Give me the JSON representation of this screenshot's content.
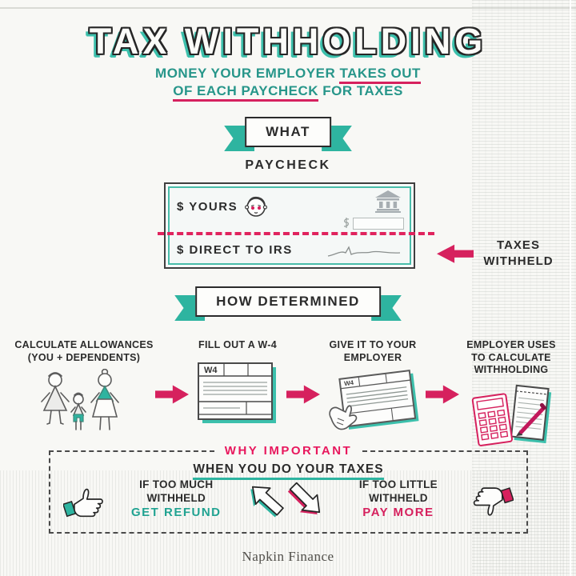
{
  "colors": {
    "teal": "#2eb4a0",
    "teal_dark": "#27968a",
    "pink": "#d6215e",
    "ink": "#2b2b2b",
    "bank_gray": "#a7aeb2",
    "napkin": "#f8f8f5"
  },
  "header": {
    "title": "TAX WITHHOLDING",
    "subtitle_part1": "MONEY YOUR EMPLOYER ",
    "subtitle_underline1": "TAKES OUT",
    "subtitle_underline2": "OF EACH PAYCHECK",
    "subtitle_part2": " FOR TAXES"
  },
  "what": {
    "banner": "WHAT",
    "label": "PAYCHECK",
    "check": {
      "yours": "$ YOURS",
      "direct": "$ DIRECT TO IRS"
    },
    "callout": "TAXES WITHHELD"
  },
  "how": {
    "banner": "HOW DETERMINED",
    "steps": [
      {
        "label": "CALCULATE ALLOWANCES (YOU + DEPENDENTS)",
        "icon": "family-icon"
      },
      {
        "label": "FILL OUT A W-4",
        "icon": "w4-form-icon",
        "form_label": "W4"
      },
      {
        "label": "GIVE IT TO YOUR EMPLOYER",
        "icon": "hand-giving-w4-icon",
        "form_label": "W4"
      },
      {
        "label": "EMPLOYER USES TO CALCULATE WITHHOLDING",
        "icon": "calculator-notepad-icon"
      }
    ]
  },
  "why": {
    "title": "WHY IMPORTANT",
    "subtitle": "WHEN YOU DO YOUR TAXES",
    "left": {
      "condition": "IF TOO MUCH WITHHELD",
      "outcome": "GET REFUND"
    },
    "right": {
      "condition": "IF TOO LITTLE WITHHELD",
      "outcome": "PAY MORE"
    }
  },
  "footer": {
    "brand": "Napkin Finance"
  }
}
